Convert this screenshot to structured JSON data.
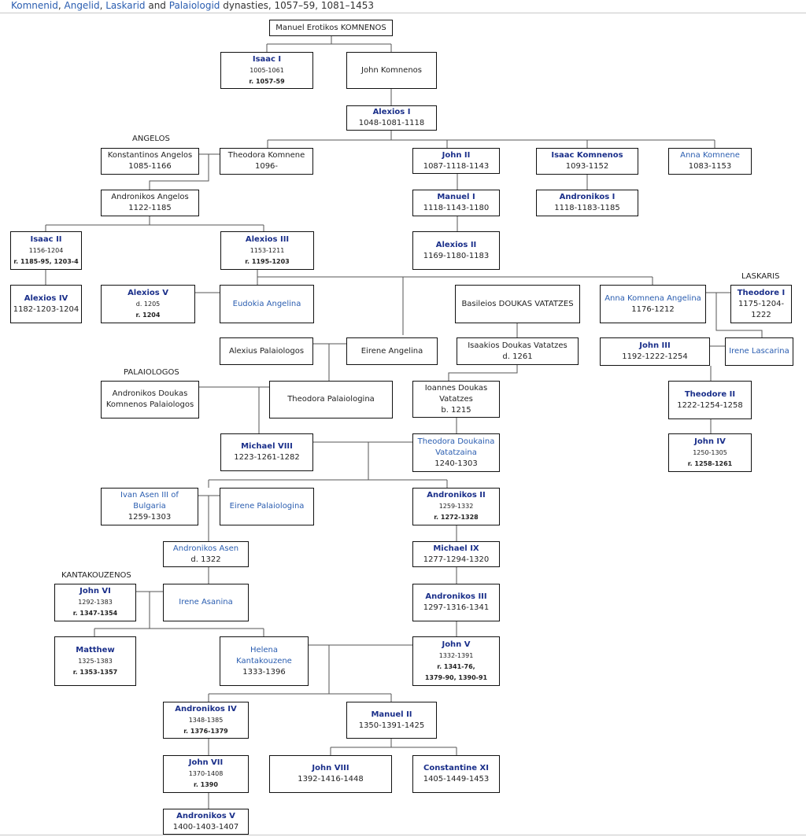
{
  "caption": {
    "p1": "Komnenid",
    "sep1": ", ",
    "p2": "Angelid",
    "sep2": ", ",
    "p3": "Laskarid",
    "sep3": " and ",
    "p4": "Palaiologid",
    "rest": " dynasties, 1057–59, 1081–1453"
  },
  "headers": {
    "angelos": "ANGELOS",
    "laskaris": "LASKARIS",
    "palaiologos": "PALAIOLOGOS",
    "kantakouzenos": "KANTAKOUZENOS"
  },
  "colors": {
    "emperor": "#1a2f8a",
    "link": "#2a5db0",
    "line": "#555555"
  },
  "boxes": {
    "manuel_erotikos": {
      "name": "Manuel Erotikos KOMNENOS"
    },
    "isaac_i": {
      "name": "Isaac I",
      "dates": "1005-1061",
      "reign": "r. 1057-59"
    },
    "john_komnenos": {
      "name": "John Komnenos"
    },
    "alexios_i": {
      "name": "Alexios I",
      "dates": "1048-1081-1118"
    },
    "konstantinos_angelos": {
      "name": "Konstantinos Angelos",
      "dates": "1085-1166"
    },
    "theodora_komnene": {
      "name": "Theodora Komnene",
      "dates": "1096-"
    },
    "john_ii": {
      "name": "John II",
      "dates": "1087-1118-1143"
    },
    "isaac_komnenos": {
      "name": "Isaac Komnenos",
      "dates": "1093-1152"
    },
    "anna_komnene": {
      "name": "Anna Komnene",
      "dates": "1083-1153"
    },
    "andronikos_angelos": {
      "name": "Andronikos Angelos",
      "dates": "1122-1185"
    },
    "manuel_i": {
      "name": "Manuel I",
      "dates": "1118-1143-1180"
    },
    "andronikos_i": {
      "name": "Andronikos I",
      "dates": "1118-1183-1185"
    },
    "isaac_ii": {
      "name": "Isaac II",
      "dates": "1156-1204",
      "reign": "r. 1185-95, 1203-4"
    },
    "alexios_iii": {
      "name": "Alexios III",
      "dates": "1153-1211",
      "reign": "r. 1195-1203"
    },
    "alexios_ii": {
      "name": "Alexios II",
      "dates": "1169-1180-1183"
    },
    "alexios_iv": {
      "name": "Alexios IV",
      "dates": "1182-1203-1204"
    },
    "alexios_v": {
      "name": "Alexios V",
      "dates": "d. 1205",
      "reign": "r. 1204"
    },
    "eudokia_angelina": {
      "name": "Eudokia Angelina"
    },
    "basileios_doukas": {
      "name": "Basileios DOUKAS VATATZES"
    },
    "anna_komnena_angelina": {
      "name": "Anna Komnena Angelina",
      "dates": "1176-1212"
    },
    "theodore_i": {
      "name": "Theodore I",
      "dates": "1175-1204-1222"
    },
    "alexius_palaiologos": {
      "name": "Alexius Palaiologos"
    },
    "eirene_angelina": {
      "name": "Eirene Angelina"
    },
    "isaakios_doukas": {
      "name": "Isaakios Doukas Vatatzes",
      "dates": "d. 1261"
    },
    "john_iii": {
      "name": "John III",
      "dates": "1192-1222-1254"
    },
    "irene_lascarina": {
      "name": "Irene Lascarina"
    },
    "andronikos_doukas": {
      "name": "Andronikos Doukas",
      "name2": "Komnenos Palaiologos"
    },
    "theodora_palaiologina": {
      "name": "Theodora Palaiologina"
    },
    "ioannes_doukas": {
      "name": "Ioannes Doukas",
      "name2": "Vatatzes",
      "dates": "b. 1215"
    },
    "theodore_ii": {
      "name": "Theodore II",
      "dates": "1222-1254-1258"
    },
    "michael_viii": {
      "name": "Michael VIII",
      "dates": "1223-1261-1282"
    },
    "theodora_doukaina": {
      "name": "Theodora Doukaina",
      "name2": "Vatatzaina",
      "dates": "1240-1303"
    },
    "john_iv": {
      "name": "John IV",
      "dates": "1250-1305",
      "reign": "r. 1258-1261"
    },
    "ivan_asen": {
      "name": "Ivan Asen III of Bulgaria",
      "dates": "1259-1303"
    },
    "eirene_palaiologina": {
      "name": "Eirene Palaiologina"
    },
    "andronikos_ii": {
      "name": "Andronikos II",
      "dates": "1259-1332",
      "reign": "r. 1272-1328"
    },
    "andronikos_asen": {
      "name": "Andronikos Asen",
      "dates": "d. 1322"
    },
    "michael_ix": {
      "name": "Michael IX",
      "dates": "1277-1294-1320"
    },
    "john_vi": {
      "name": "John VI",
      "dates": "1292-1383",
      "reign": "r. 1347-1354"
    },
    "irene_asanina": {
      "name": "Irene Asanina"
    },
    "andronikos_iii": {
      "name": "Andronikos III",
      "dates": "1297-1316-1341"
    },
    "matthew": {
      "name": "Matthew",
      "dates": "1325-1383",
      "reign": "r. 1353-1357"
    },
    "helena_kantakouzene": {
      "name": "Helena Kantakouzene",
      "dates": "1333-1396"
    },
    "john_v": {
      "name": "John V",
      "dates": "1332-1391",
      "reign": "r. 1341-76,",
      "reign2": "1379-90, 1390-91"
    },
    "andronikos_iv": {
      "name": "Andronikos IV",
      "dates": "1348-1385",
      "reign": "r. 1376-1379"
    },
    "manuel_ii": {
      "name": "Manuel II",
      "dates": "1350-1391-1425"
    },
    "john_vii": {
      "name": "John VII",
      "dates": "1370-1408",
      "reign": "r. 1390"
    },
    "john_viii": {
      "name": "John VIII",
      "dates": "1392-1416-1448"
    },
    "constantine_xi": {
      "name": "Constantine XI",
      "dates": "1405-1449-1453"
    },
    "andronikos_v": {
      "name": "Andronikos V",
      "dates": "1400-1403-1407"
    }
  }
}
